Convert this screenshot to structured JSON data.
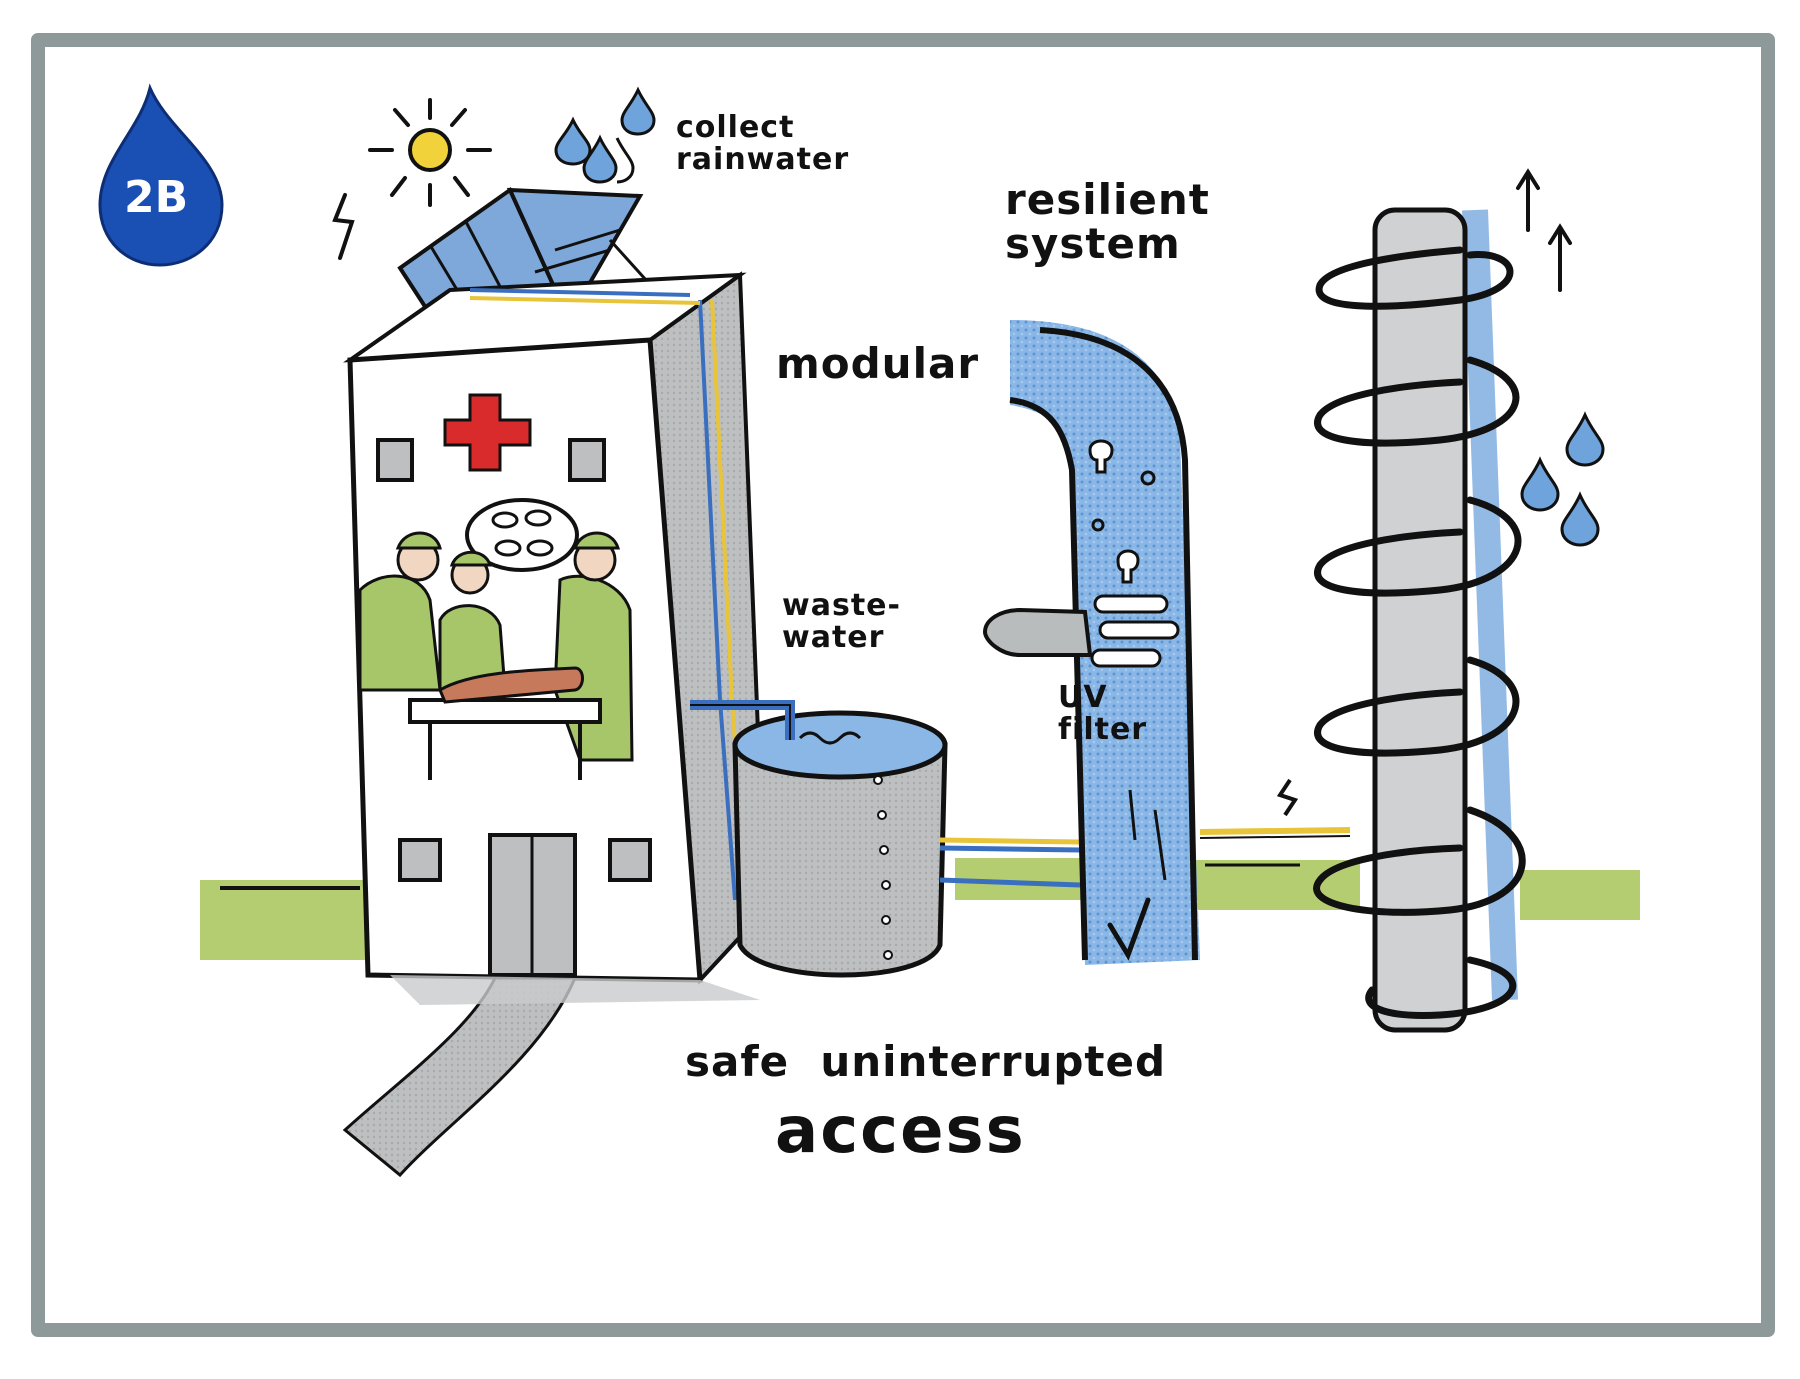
{
  "badge": {
    "text": "2B",
    "color": "#1a4fb3"
  },
  "labels": {
    "collect_rainwater": "collect\nrainwater",
    "resilient_system": "resilient\nsystem",
    "modular": "modular",
    "wastewater": "waste-\nwater",
    "uv_filter": "UV\nfilter",
    "safe_uninterrupted": "safe  uninterrupted",
    "access": "access"
  },
  "colors": {
    "frame": "#8e9a9a",
    "water_blue": "#6fa3db",
    "grass_green": "#a8c458",
    "cable_yellow": "#e8c43a",
    "red_cross": "#d92b2b",
    "sun_yellow": "#f2d23a",
    "wall_grey": "#b9bcbd",
    "scrubs_green": "#a7c66a"
  },
  "icons": [
    "sun-icon",
    "solar-panel-icon",
    "rain-drops-icon",
    "hospital-building-icon",
    "red-cross-icon",
    "surgeons-icon",
    "operating-lamp-icon",
    "water-tank-icon",
    "uv-filter-pipe-icon",
    "uv-lamp-icon",
    "spiral-pipe-icon",
    "lightning-icon",
    "up-arrows-icon",
    "check-mark-icon"
  ]
}
